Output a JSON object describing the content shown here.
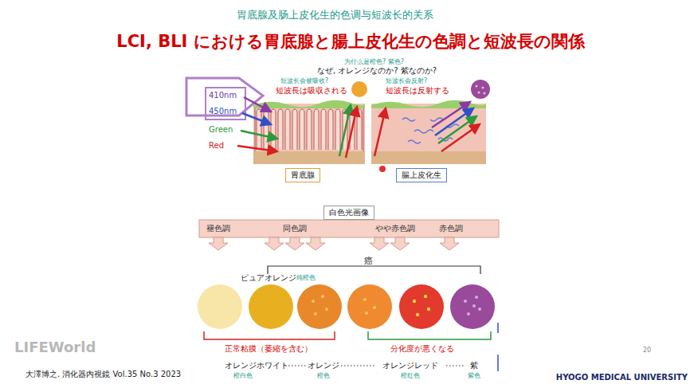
{
  "diagram": {
    "title": "LCI, BLI における胃底腺と腸上皮化生の色調と短波長の関係",
    "caption": "大澤博之. 消化器内視鏡 Vol.35 No.3 2023",
    "nodes": [
      {
        "text": [
          "胃底腺"
        ]
      },
      {
        "text": [
          "腸上皮化生"
        ]
      },
      {
        "text": [
          "白色光画像"
        ]
      }
    ],
    "labels": [
      "胃底腺及肠上皮化生的色调与短波长的关系",
      "为什么是橙色? 紫色?",
      "なぜ, オレンジなのか? 紫なのか?",
      "短波长会被吸收?",
      "短波長は吸収される",
      "短波长会反射?",
      "短波長は反射する",
      "410nm",
      "450nm",
      "Green",
      "Red",
      "褪色調",
      "同色調",
      "やや赤色調",
      "赤色調",
      "癌",
      "ピュアオレンジ",
      "纯橙色",
      "正常粘膜（萎縮を含む）",
      "分化度が悪くなる",
      "オレンジホワイト",
      "オレンジ",
      "オレンジレッド",
      "紫",
      "橙白色",
      "橙色",
      "橙红色",
      "紫色",
      "HYOGO MEDICAL UNIVERSITY",
      "20",
      "LIFEWorld"
    ]
  }
}
